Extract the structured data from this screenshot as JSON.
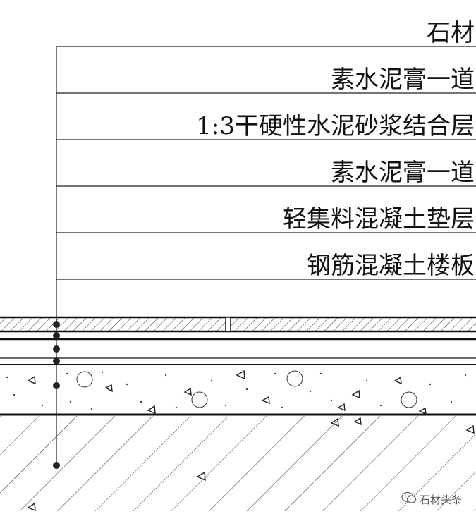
{
  "layers": [
    "石材",
    "素水泥膏一道",
    "1:3干硬性水泥砂浆结合层",
    "素水泥膏一道",
    "轻集料混凝土垫层",
    "钢筋混凝土楼板"
  ],
  "watermark": {
    "text": "石材头条",
    "icon": "wechat-icon"
  }
}
